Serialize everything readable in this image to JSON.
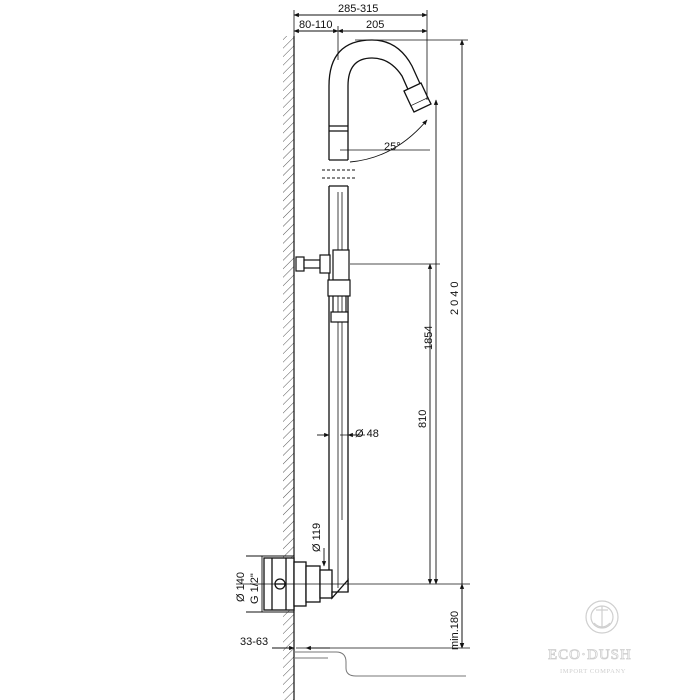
{
  "dimensions": {
    "overall_width": "285-315",
    "wall_to_pipe": "80-110",
    "spout_reach": "205",
    "spout_angle": "25°",
    "total_height": "2040",
    "bracket_height": "1854",
    "lower_height": "810",
    "pipe_diameter": "Ø 48",
    "flange_diameter": "Ø 119",
    "base_diameter": "Ø 140",
    "thread": "G 1/2\"",
    "wall_depth": "33-63",
    "min_height": "min.180"
  },
  "watermark": {
    "brand": "ECO·DUSH",
    "subtitle": "IMPORT COMPANY"
  }
}
